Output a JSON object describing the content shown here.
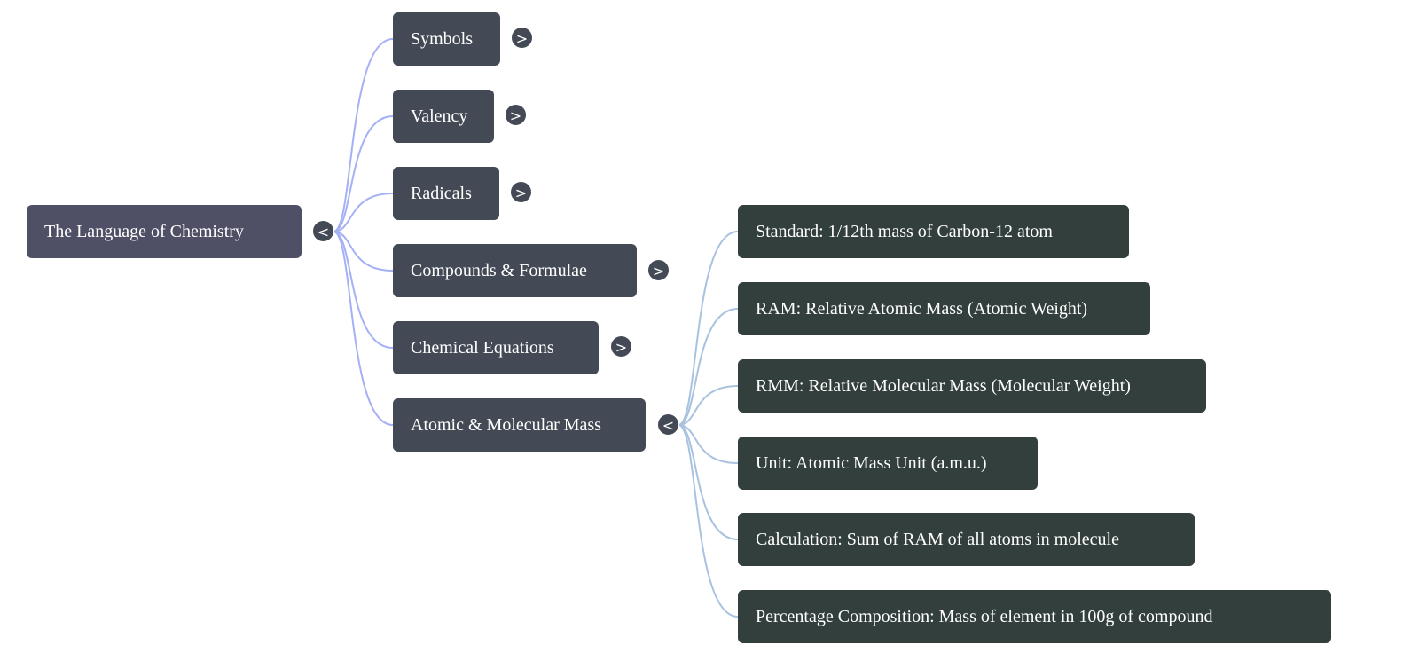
{
  "root": {
    "label": "The Language of Chemistry",
    "toggle": "<"
  },
  "branches": [
    {
      "label": "Symbols",
      "toggle": ">"
    },
    {
      "label": "Valency",
      "toggle": ">"
    },
    {
      "label": "Radicals",
      "toggle": ">"
    },
    {
      "label": "Compounds & Formulae",
      "toggle": ">"
    },
    {
      "label": "Chemical Equations",
      "toggle": ">"
    },
    {
      "label": "Atomic & Molecular Mass",
      "toggle": "<"
    }
  ],
  "leaves": [
    {
      "label": "Standard: 1/12th mass of Carbon-12 atom"
    },
    {
      "label": "RAM: Relative Atomic Mass (Atomic Weight)"
    },
    {
      "label": "RMM: Relative Molecular Mass (Molecular Weight)"
    },
    {
      "label": "Unit: Atomic Mass Unit (a.m.u.)"
    },
    {
      "label": "Calculation: Sum of RAM of all atoms in molecule"
    },
    {
      "label": "Percentage Composition: Mass of element in 100g of compound"
    }
  ],
  "colors": {
    "root": "#4f5066",
    "branch": "#434a55",
    "leaf": "#323f3c",
    "edge1": "#a5b0f5",
    "edge2": "#a8c2e0"
  }
}
